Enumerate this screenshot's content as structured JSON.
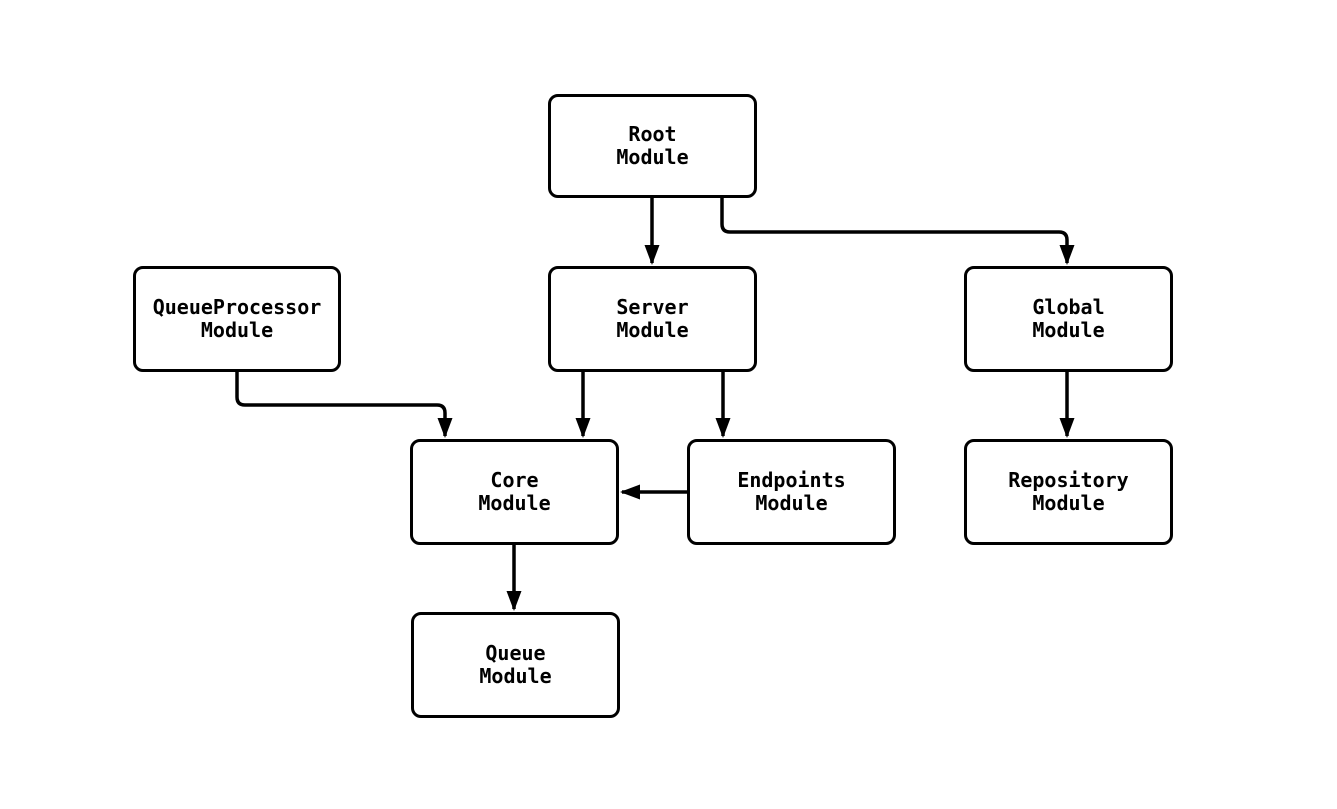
{
  "diagram": {
    "type": "flowchart",
    "background_color": "#ffffff",
    "node_fill_color": "#ffffff",
    "stroke_color": "#000000",
    "nodes": [
      {
        "id": "root",
        "line1": "Root",
        "line2": "Module"
      },
      {
        "id": "queueprocessor",
        "line1": "QueueProcessor",
        "line2": "Module"
      },
      {
        "id": "server",
        "line1": "Server",
        "line2": "Module"
      },
      {
        "id": "global",
        "line1": "Global",
        "line2": "Module"
      },
      {
        "id": "core",
        "line1": "Core",
        "line2": "Module"
      },
      {
        "id": "endpoints",
        "line1": "Endpoints",
        "line2": "Module"
      },
      {
        "id": "repository",
        "line1": "Repository",
        "line2": "Module"
      },
      {
        "id": "queue",
        "line1": "Queue",
        "line2": "Module"
      }
    ],
    "edges": [
      {
        "from": "root",
        "to": "server"
      },
      {
        "from": "root",
        "to": "global"
      },
      {
        "from": "queueprocessor",
        "to": "core"
      },
      {
        "from": "server",
        "to": "core"
      },
      {
        "from": "server",
        "to": "endpoints"
      },
      {
        "from": "endpoints",
        "to": "core"
      },
      {
        "from": "global",
        "to": "repository"
      },
      {
        "from": "core",
        "to": "queue"
      }
    ]
  }
}
